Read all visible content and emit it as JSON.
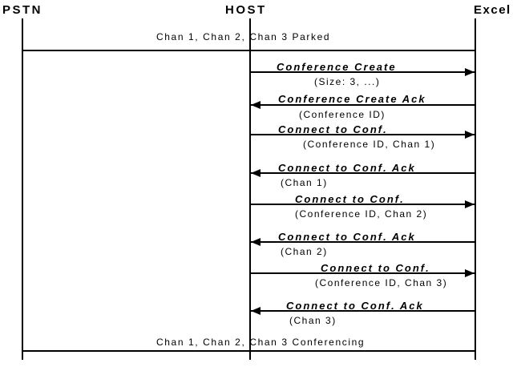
{
  "diagram": {
    "type": "sequence",
    "actors": [
      {
        "name": "PSTN"
      },
      {
        "name": "HOST"
      },
      {
        "name": "Excel"
      }
    ],
    "annotations": {
      "top": "Chan 1, Chan 2, Chan 3 Parked",
      "bottom": "Chan 1, Chan 2, Chan 3 Conferencing"
    },
    "messages": [
      {
        "label": "Conference Create",
        "param": "(Size: 3, ...)",
        "from": "HOST",
        "to": "Excel",
        "direction": "right"
      },
      {
        "label": "Conference Create Ack",
        "param": "(Conference ID)",
        "from": "Excel",
        "to": "HOST",
        "direction": "left"
      },
      {
        "label": "Connect to Conf.",
        "param": "(Conference ID, Chan 1)",
        "from": "HOST",
        "to": "Excel",
        "direction": "right"
      },
      {
        "label": "Connect to Conf. Ack",
        "param": "(Chan 1)",
        "from": "Excel",
        "to": "HOST",
        "direction": "left"
      },
      {
        "label": "Connect to Conf.",
        "param": "(Conference ID, Chan 2)",
        "from": "HOST",
        "to": "Excel",
        "direction": "right"
      },
      {
        "label": "Connect to Conf. Ack",
        "param": "(Chan 2)",
        "from": "Excel",
        "to": "HOST",
        "direction": "left"
      },
      {
        "label": "Connect to Conf.",
        "param": "(Conference ID, Chan 3)",
        "from": "HOST",
        "to": "Excel",
        "direction": "right"
      },
      {
        "label": "Connect to Conf. Ack",
        "param": "(Chan 3)",
        "from": "Excel",
        "to": "HOST",
        "direction": "left"
      }
    ],
    "colors": {
      "background": "#ffffff",
      "line": "#000000",
      "text": "#000000"
    }
  }
}
